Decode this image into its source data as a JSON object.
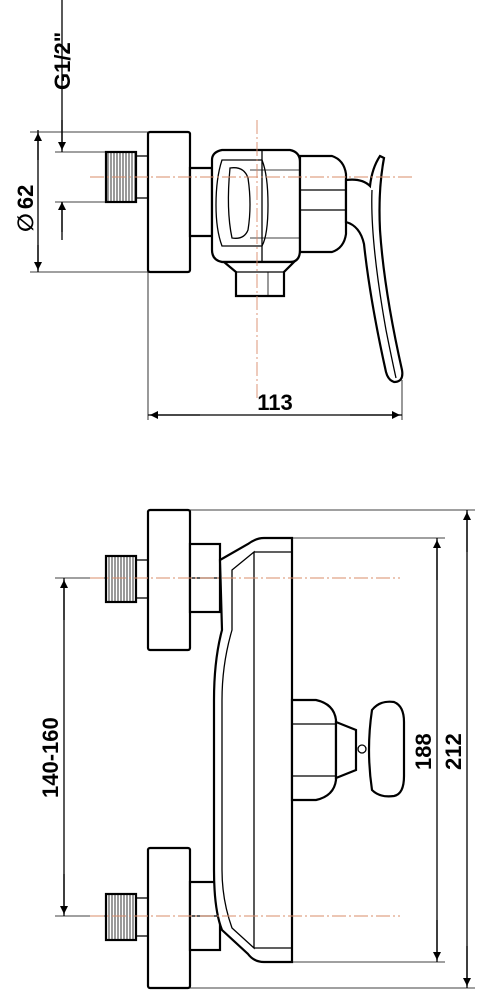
{
  "dimensions": {
    "thread": "G1/2\"",
    "diameter_symbol": "∅",
    "diameter": "62",
    "depth": "113",
    "center_distance": "140-160",
    "height_body": "188",
    "height_total": "212"
  },
  "colors": {
    "line": "#000000",
    "centerline": "#d98c6a",
    "background": "#ffffff"
  }
}
